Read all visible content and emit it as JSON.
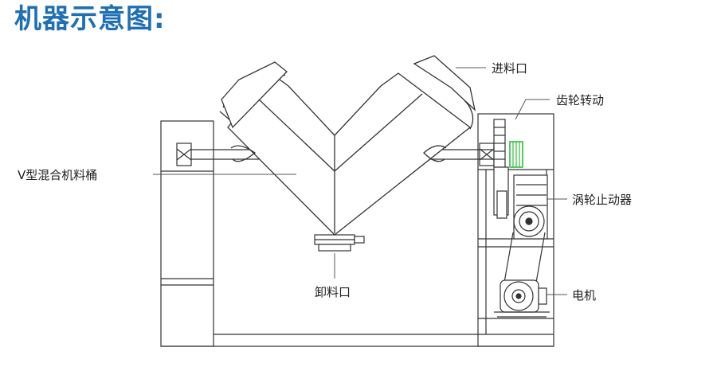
{
  "title": "机器示意图:",
  "labels": {
    "inlet": "进料口",
    "gear": "齿轮转动",
    "v_barrel": "V型混合机料桶",
    "worm": "涡轮止动器",
    "outlet": "卸料口",
    "motor": "电机"
  },
  "colors": {
    "title": "#1f6fb4",
    "line": "#333333",
    "gear_highlight": "#2bbf3a"
  }
}
